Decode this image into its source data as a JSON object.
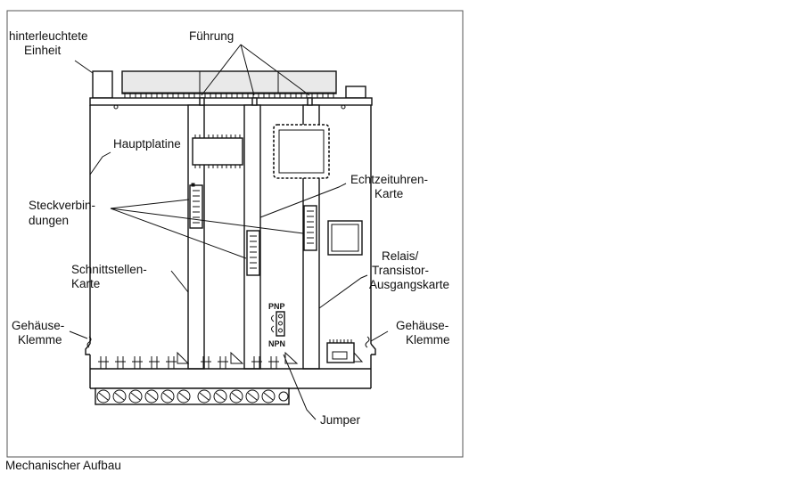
{
  "labels": {
    "hinterleuchtete": "hinterleuchtete",
    "einheit": "Einheit",
    "fuehrung": "Führung",
    "hauptplatine": "Hauptplatine",
    "steckverbin": "Steckverbin-",
    "dungen": "dungen",
    "echtzeituhren": "Echtzeituhren-",
    "karte1": "Karte",
    "schnittstellen": "Schnittstellen-",
    "karte2": "Karte",
    "relais": "Relais/",
    "transistor": "Transistor-",
    "ausgangskarte": "Ausgangskarte",
    "gehaeuse_left": "Gehäuse-",
    "klemme_left": "Klemme",
    "gehaeuse_right": "Gehäuse-",
    "klemme_right": "Klemme",
    "pnp": "PNP",
    "npn": "NPN",
    "jumper": "Jumper"
  },
  "caption": "Mechanischer Aufbau"
}
